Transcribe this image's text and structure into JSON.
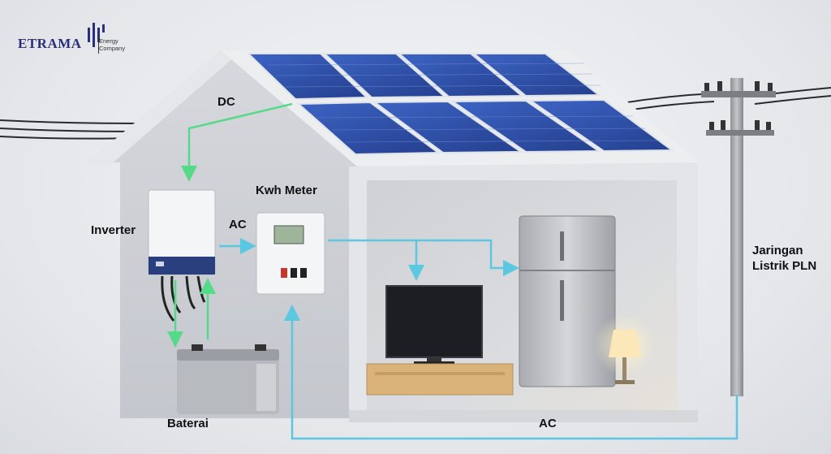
{
  "brand": {
    "name": "ETRAMA",
    "tagline_line1": "Energy",
    "tagline_line2": "Company",
    "color": "#2a2f7a"
  },
  "labels": {
    "dc": "DC",
    "ac_inverter": "AC",
    "kwh_meter": "Kwh Meter",
    "inverter": "Inverter",
    "battery": "Baterai",
    "grid_line1": "Jaringan",
    "grid_line2": "Listrik PLN",
    "ac_bottom": "AC"
  },
  "colors": {
    "dc_flow": "#57d98a",
    "ac_flow": "#5bc7e0",
    "panel": "#2f4fa8",
    "wall": "#c9ccd2"
  },
  "icons": [
    "solar-panel-icon",
    "inverter-icon",
    "battery-icon",
    "kwh-meter-icon",
    "tv-icon",
    "fridge-icon",
    "lamp-icon",
    "utility-pole-icon"
  ]
}
